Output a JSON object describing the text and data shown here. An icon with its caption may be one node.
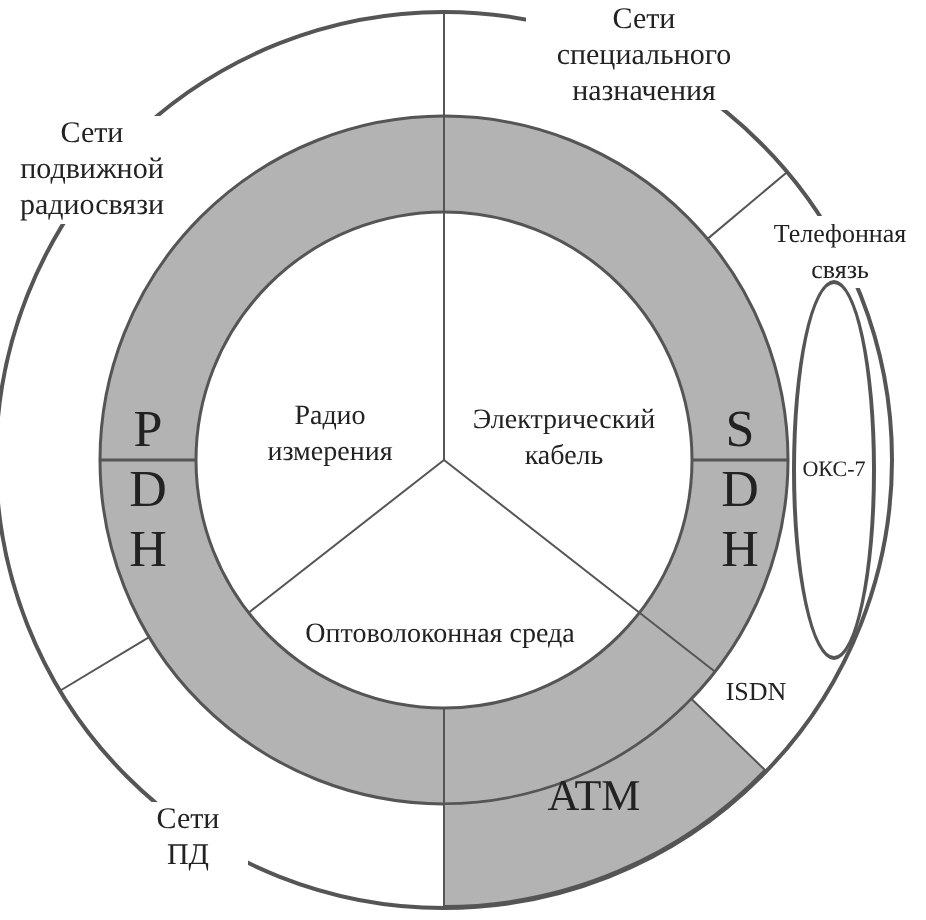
{
  "diagram": {
    "nodes": [
      {
        "text": [
          "Сети специального назначения"
        ]
      },
      {
        "text": [
          "Сети подвижной радиосвязи"
        ]
      },
      {
        "text": [
          "Телефонная связь"
        ]
      },
      {
        "text": [
          "PDH"
        ]
      },
      {
        "text": [
          "Радио измерения"
        ]
      },
      {
        "text": [
          "Электрический кабель"
        ]
      },
      {
        "text": [
          "SDH"
        ]
      },
      {
        "text": [
          "ОКС-7"
        ]
      },
      {
        "text": [
          "Оптоволоконная среда"
        ]
      },
      {
        "text": [
          "ISDN"
        ]
      },
      {
        "text": [
          "ATM"
        ]
      },
      {
        "text": [
          "Сети ПД"
        ]
      }
    ]
  }
}
